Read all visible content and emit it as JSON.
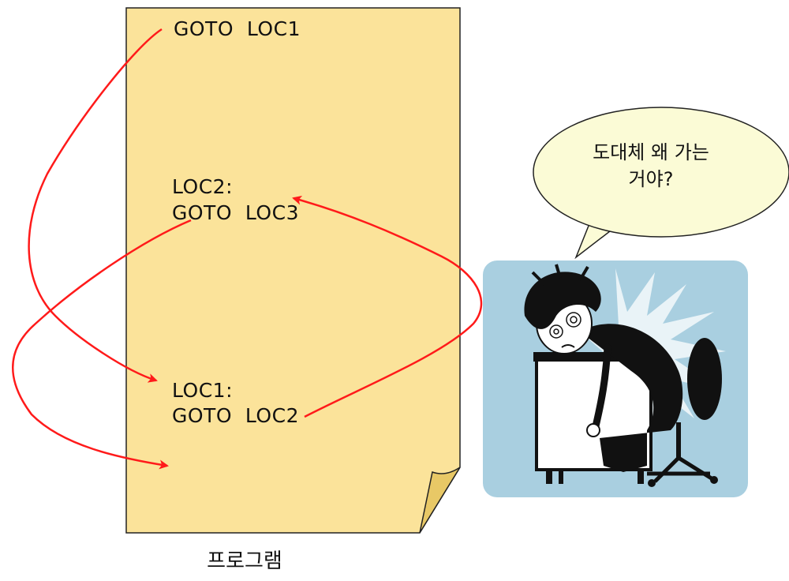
{
  "program": {
    "caption": "프로그램",
    "lines": {
      "top_goto": "GOTO  LOC1",
      "loc2_label": "LOC2:",
      "loc2_goto": "GOTO  LOC3",
      "loc1_label": "LOC1:",
      "loc1_goto": "GOTO  LOC2"
    }
  },
  "speech_bubble": {
    "line1": "도대체 왜 가는",
    "line2": "거야?"
  },
  "colors": {
    "paper": "#fbe39a",
    "paper_fold": "#e8c866",
    "arrow": "#ff1a1a",
    "bubble": "#fbfbd6",
    "clipart_bg": "#a9cfe0"
  },
  "icons": {
    "character": "confused-programmer-clipart"
  }
}
